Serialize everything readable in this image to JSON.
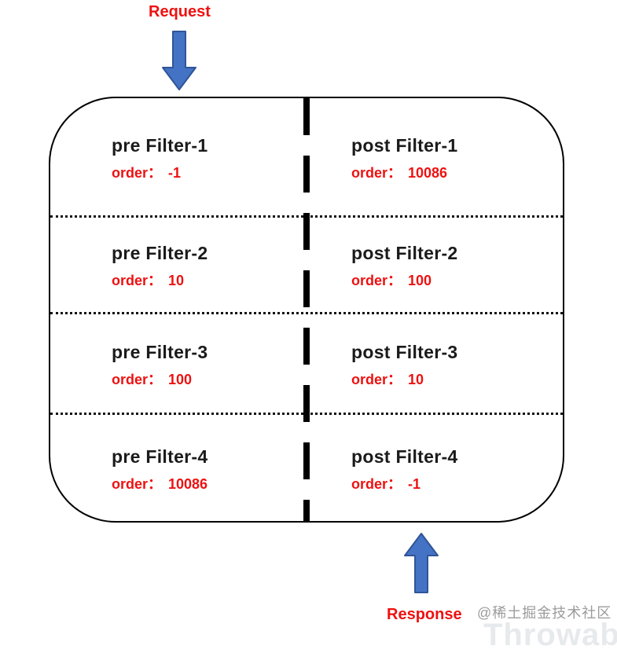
{
  "flow": {
    "request_label": "Request",
    "response_label": "Response"
  },
  "filters": {
    "rows": [
      {
        "pre": {
          "title": "pre Filter-1",
          "order_label": "order：",
          "order_value": "-1"
        },
        "post": {
          "title": "post Filter-1",
          "order_label": "order：",
          "order_value": "10086"
        }
      },
      {
        "pre": {
          "title": "pre Filter-2",
          "order_label": "order：",
          "order_value": "10"
        },
        "post": {
          "title": "post Filter-2",
          "order_label": "order：",
          "order_value": "100"
        }
      },
      {
        "pre": {
          "title": "pre Filter-3",
          "order_label": "order：",
          "order_value": "100"
        },
        "post": {
          "title": "post Filter-3",
          "order_label": "order：",
          "order_value": "10"
        }
      },
      {
        "pre": {
          "title": "pre Filter-4",
          "order_label": "order：",
          "order_value": "10086"
        },
        "post": {
          "title": "post Filter-4",
          "order_label": "order：",
          "order_value": "-1"
        }
      }
    ]
  },
  "watermark": {
    "community": "@稀土掘金技术社区",
    "name": "Throwable"
  },
  "colors": {
    "accent_red": "#ee1111",
    "arrow_fill": "#4472c4",
    "arrow_stroke": "#2f5597",
    "border_black": "#000000",
    "watermark_gray": "#9b9b9b",
    "watermark_light": "#e7eaec"
  }
}
